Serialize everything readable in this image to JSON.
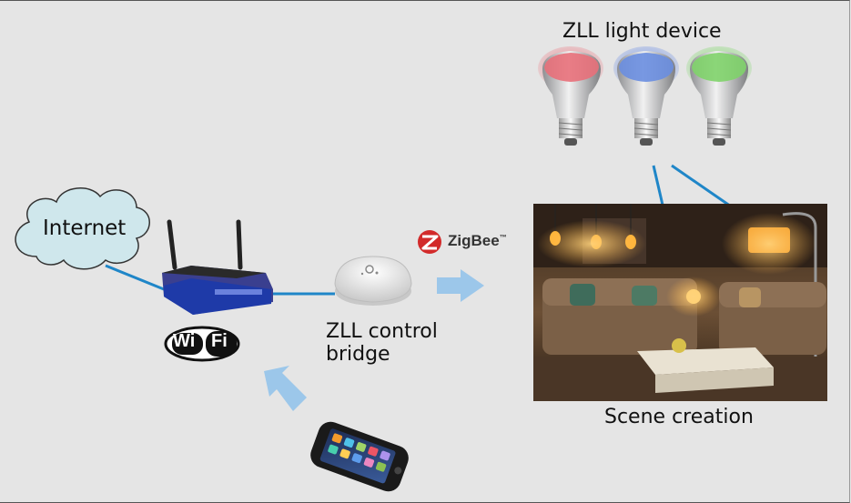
{
  "labels": {
    "internet": "Internet",
    "bulbs_title": "ZLL light device",
    "bridge_line1": "ZLL control",
    "bridge_line2": "bridge",
    "zigbee": "ZigBee",
    "zigbee_tm": "™",
    "wifi_wi": "Wi",
    "wifi_fi": "Fi",
    "scene": "Scene creation"
  },
  "colors": {
    "link_line": "#1f86c8",
    "arrow_fill": "#9cc7ea",
    "cloud_fill": "#cfe7ec",
    "bulb_red": "#e8707a",
    "bulb_blue": "#6a8ee0",
    "bulb_green": "#7fd36a"
  }
}
